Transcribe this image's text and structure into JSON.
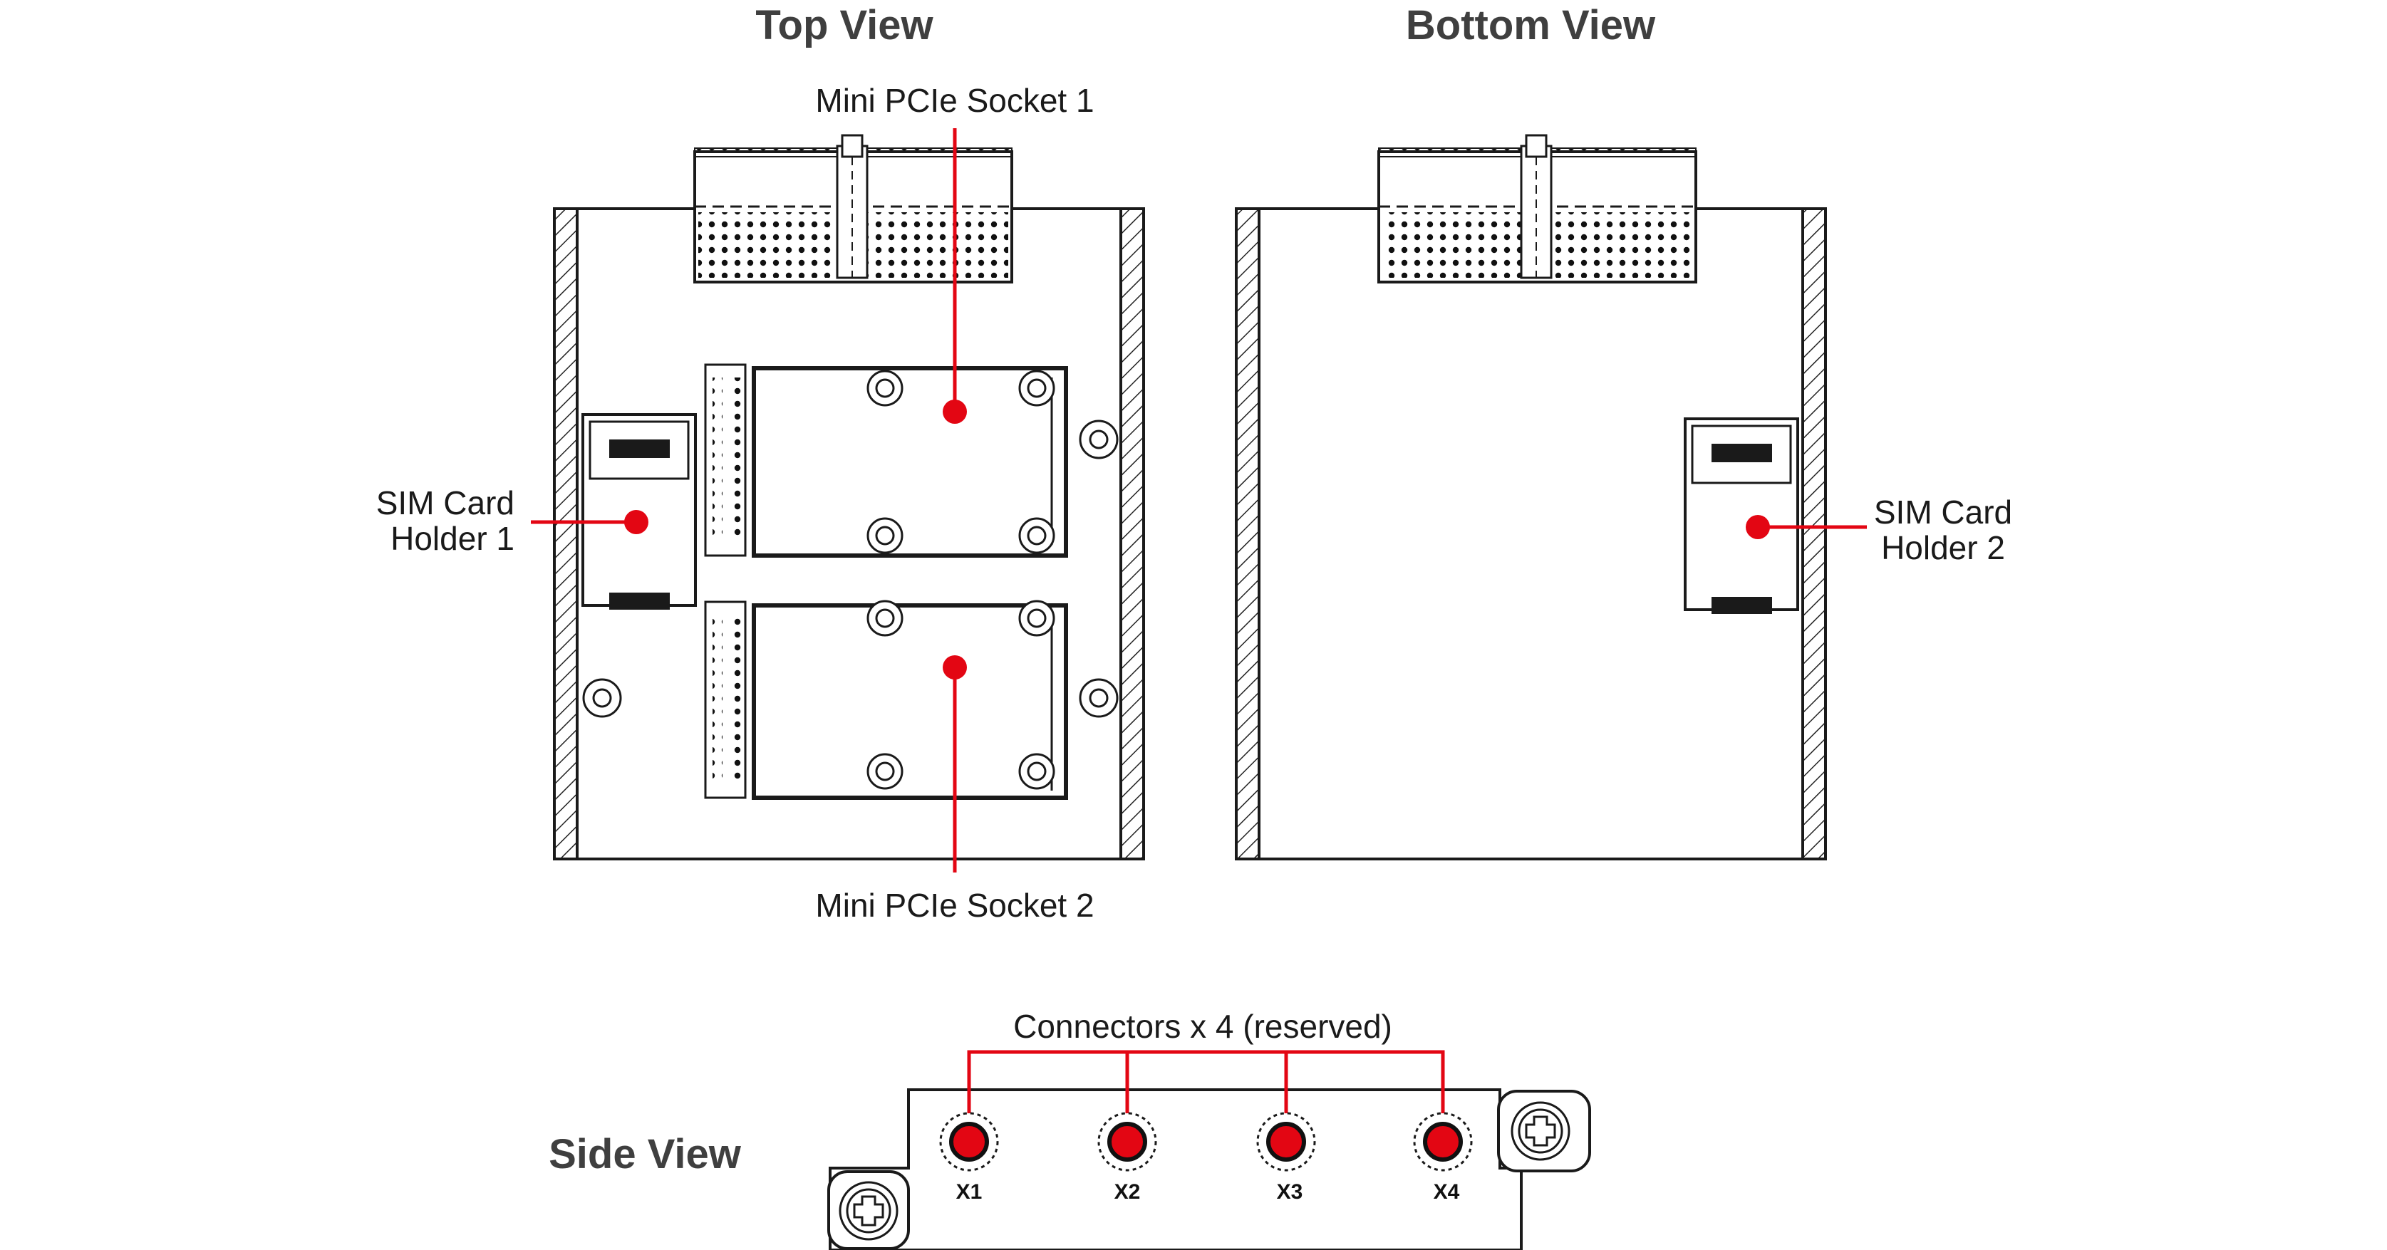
{
  "titles": {
    "top_view": "Top View",
    "bottom_view": "Bottom View",
    "side_view": "Side View"
  },
  "labels": {
    "mini_pcie_socket_1": "Mini PCIe Socket 1",
    "mini_pcie_socket_2": "Mini PCIe Socket 2",
    "sim_card_holder_1": [
      "SIM Card",
      "Holder 1"
    ],
    "sim_card_holder_2": [
      "SIM Card",
      "Holder 2"
    ],
    "connectors": "Connectors x 4 (reserved)"
  },
  "connectors": [
    {
      "id": "x1",
      "label": "X1"
    },
    {
      "id": "x2",
      "label": "X2"
    },
    {
      "id": "x3",
      "label": "X3"
    },
    {
      "id": "x4",
      "label": "X4"
    }
  ],
  "colors": {
    "callout": "#e30613",
    "line": "#1a1a1a",
    "heading": "#3f3f3f"
  }
}
